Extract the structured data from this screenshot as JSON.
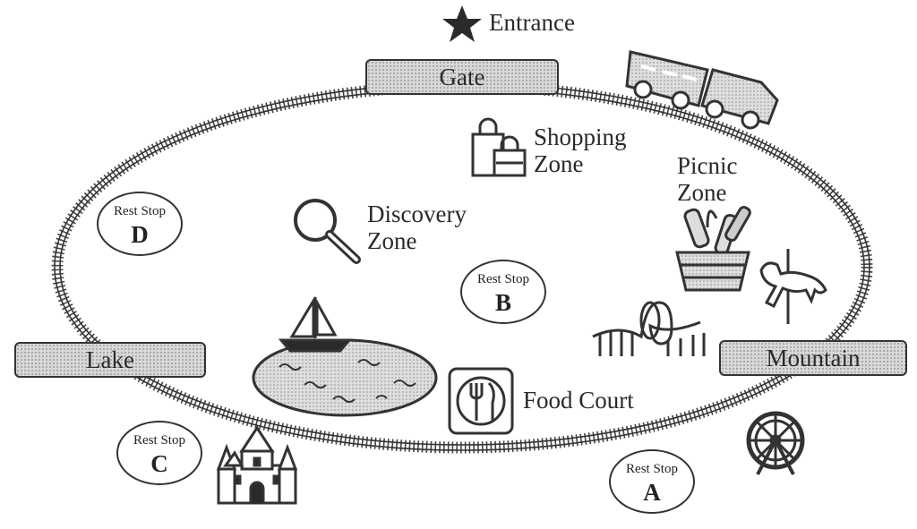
{
  "entrance": {
    "label": "Entrance",
    "icon": "star-icon"
  },
  "stations": {
    "gate": "Gate",
    "lake": "Lake",
    "mountain": "Mountain"
  },
  "zones": {
    "shopping": {
      "line1": "Shopping",
      "line2": "Zone",
      "icon": "shopping-bag-icon"
    },
    "picnic": {
      "line1": "Picnic",
      "line2": "Zone",
      "icon": "picnic-basket-icon"
    },
    "discovery": {
      "line1": "Discovery",
      "line2": "Zone",
      "icon": "magnifying-glass-icon"
    },
    "food_court": {
      "label": "Food Court",
      "icon": "plate-fork-knife-icon"
    }
  },
  "rest_stops": [
    {
      "title": "Rest Stop",
      "letter": "D"
    },
    {
      "title": "Rest Stop",
      "letter": "B"
    },
    {
      "title": "Rest Stop",
      "letter": "C"
    },
    {
      "title": "Rest Stop",
      "letter": "A"
    }
  ],
  "icons": [
    "train-icon",
    "sailboat-icon",
    "lake-icon",
    "roller-coaster-icon",
    "carousel-horse-icon",
    "ferris-wheel-icon",
    "castle-icon"
  ],
  "colors": {
    "ink": "#333333",
    "station_fill": "#d8d8d8",
    "lake_fill": "#d4d4d4"
  }
}
